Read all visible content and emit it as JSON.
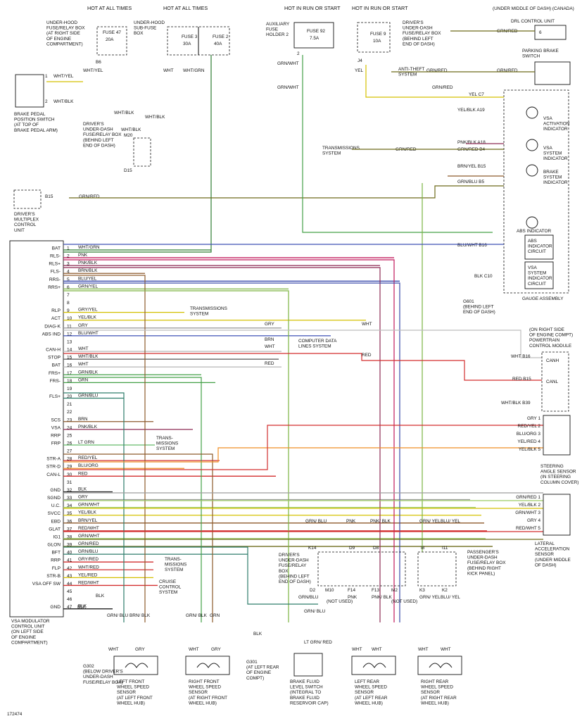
{
  "figure_id": "172474",
  "top_sources": {
    "hot_all_1": "HOT AT ALL TIMES",
    "hot_all_2": "HOT AT ALL TIMES",
    "hot_run_1": "HOT IN RUN OR START",
    "hot_run_2": "HOT IN RUN OR START",
    "ucomp_1": "(UNDER MIDDLE OF DASH) (CANADA)",
    "ucomp_2": "DRL CONTROL UNIT"
  },
  "fuse_boxes": {
    "underhood_relay": [
      "UNDER-HOOD",
      "FUSE/RELAY BOX",
      "(AT RIGHT SIDE",
      "OF ENGINE",
      "COMPARTMENT)"
    ],
    "fuse47": "FUSE 47",
    "fuse47_amp": "20A",
    "b6": "B6",
    "underhood_sub": [
      "UNDER-HOOD",
      "SUB-FUSE",
      "BOX"
    ],
    "fuse3": "FUSE 3",
    "fuse3_amp": "30A",
    "fuse2": "FUSE 2",
    "fuse2_amp": "40A",
    "aux": [
      "AUXILIARY",
      "FUSE",
      "HOLDER 2"
    ],
    "fuse92": "FUSE 92",
    "fuse92_amp": "7.5A",
    "aux_pin": "2",
    "fuse9": "FUSE 9",
    "fuse9_amp": "10A",
    "j4": "J4",
    "drv_underdash": [
      "DRIVER'S",
      "UNDER-DASH",
      "FUSE/RELAY BOX",
      "(BEHIND LEFT",
      "END OF DASH)"
    ],
    "m20": "M20",
    "d15": "D15",
    "drv_underdash2": [
      "DRIVER'S",
      "UNDER-DASH",
      "FUSE/RELAY BOX",
      "(BEHIND LEFT",
      "END OF DASH)"
    ]
  },
  "brake_pedal": {
    "label": [
      "BRAKE PEDAL",
      "POSITION SWITCH",
      "(AT TOP OF",
      "BRAKE PEDAL ARM)"
    ],
    "w1": "WHT/YEL",
    "w2": "WHT/BLK",
    "p1": "1",
    "p2": "2"
  },
  "multiplex": {
    "label": [
      "DRIVER'S",
      "MULTIPLEX",
      "CONTROL",
      "UNIT"
    ],
    "pin": "B15",
    "wire": "GRN/RED"
  },
  "top_wires": {
    "wht_yel": "WHT/YEL",
    "wht": "WHT",
    "wht_grn": "WHT/GRN",
    "grn_wht1": "GRN/WHT",
    "grn_wht2": "GRN/WHT",
    "yel": "YEL",
    "grn_red": "GRN/RED",
    "wht_blk1": "WHT/BLK",
    "wht_blk2": "WHT/BLK",
    "wht_blk3": "WHT/BLK"
  },
  "right_top": {
    "drl_pin": "6",
    "drl_wire": "GRN/RED",
    "parking_brake": [
      "PARKING BRAKE",
      "SWITCH"
    ],
    "pb_wire": "GRN/RED",
    "anti_theft": [
      "ANTI-THEFT",
      "SYSTEM"
    ],
    "at_wire": "GRN/RED",
    "trans_sys": [
      "TRANSMISSIONS",
      "SYSTEM"
    ],
    "trans_wire": "GRN/RED",
    "c7": "YEL   C7",
    "a19": "YEL/BLK  A19",
    "a18": "PNK/BLK  A18",
    "b4": "GRN/RED  B4",
    "b15": "BRN/YEL  B15",
    "b5": "GRN/BLU  B5",
    "b16": "BLU/WHT  B16",
    "c10": "BLK   C10",
    "vsa_act": [
      "VSA",
      "ACTIVATION",
      "INDICATOR"
    ],
    "vsa_sys": [
      "VSA",
      "SYSTEM",
      "INDICATOR"
    ],
    "brake_sys": [
      "BRAKE",
      "SYSTEM",
      "INDICATOR"
    ],
    "abs_ind": "ABS INDICATOR",
    "abs_circ": [
      "ABS",
      "INDICATOR",
      "CIRCUIT"
    ],
    "vsa_circ": [
      "VSA",
      "SYSTEM",
      "INDICATOR",
      "CIRCUIT"
    ],
    "gauge": "GAUGE ASSEMBLY",
    "g601": [
      "G601",
      "(BEHIND LEFT",
      "END OF DASH)"
    ]
  },
  "vsa_pins": [
    {
      "name": "BAT",
      "num": "1",
      "wire": "WHT/GRN"
    },
    {
      "name": "RLS-",
      "num": "2",
      "wire": "PNK"
    },
    {
      "name": "RLS+",
      "num": "3",
      "wire": "PNK/BLK"
    },
    {
      "name": "FLS-",
      "num": "4",
      "wire": "BRN/BLK"
    },
    {
      "name": "RRS-",
      "num": "5",
      "wire": "BLU/YEL"
    },
    {
      "name": "RRS+",
      "num": "6",
      "wire": "GRN/YEL"
    },
    {
      "name": "",
      "num": "7",
      "wire": ""
    },
    {
      "name": "",
      "num": "8",
      "wire": ""
    },
    {
      "name": "RLP",
      "num": "9",
      "wire": "GRY/YEL"
    },
    {
      "name": "ACT",
      "num": "10",
      "wire": "YEL/BLK"
    },
    {
      "name": "DIAG-K",
      "num": "11",
      "wire": "GRY"
    },
    {
      "name": "ABS IND",
      "num": "12",
      "wire": "BLU/WHT"
    },
    {
      "name": "",
      "num": "13",
      "wire": ""
    },
    {
      "name": "CAN-H",
      "num": "14",
      "wire": "WHT"
    },
    {
      "name": "STOP",
      "num": "15",
      "wire": "WHT/BLK"
    },
    {
      "name": "BAT",
      "num": "16",
      "wire": "WHT"
    },
    {
      "name": "FRS+",
      "num": "17",
      "wire": "GRN/BLK"
    },
    {
      "name": "FRS-",
      "num": "18",
      "wire": "GRN"
    },
    {
      "name": "",
      "num": "19",
      "wire": ""
    },
    {
      "name": "FLS+",
      "num": "20",
      "wire": "GRN/BLU"
    },
    {
      "name": "",
      "num": "21",
      "wire": ""
    },
    {
      "name": "",
      "num": "22",
      "wire": ""
    },
    {
      "name": "SCS",
      "num": "23",
      "wire": "BRN"
    },
    {
      "name": "VSA",
      "num": "24",
      "wire": "PNK/BLK"
    },
    {
      "name": "RRP",
      "num": "25",
      "wire": ""
    },
    {
      "name": "FRP",
      "num": "26",
      "wire": "LT GRN"
    },
    {
      "name": "",
      "num": "27",
      "wire": ""
    },
    {
      "name": "STR-A",
      "num": "28",
      "wire": "RED/YEL"
    },
    {
      "name": "STR-D",
      "num": "29",
      "wire": "BLU/ORG"
    },
    {
      "name": "CAN-L",
      "num": "30",
      "wire": "RED"
    },
    {
      "name": "",
      "num": "31",
      "wire": ""
    },
    {
      "name": "GND",
      "num": "32",
      "wire": "BLK"
    },
    {
      "name": "SGND",
      "num": "33",
      "wire": "GRY"
    },
    {
      "name": "U.C.",
      "num": "34",
      "wire": "GRN/WHT"
    },
    {
      "name": "SVCC",
      "num": "35",
      "wire": "YEL/BLK"
    },
    {
      "name": "EBD",
      "num": "36",
      "wire": "BRN/YEL"
    },
    {
      "name": "GLAT",
      "num": "37",
      "wire": "RED/WHT"
    },
    {
      "name": "IG1",
      "num": "38",
      "wire": "GRN/WHT"
    },
    {
      "name": "GLON",
      "num": "39",
      "wire": "GRN/RED"
    },
    {
      "name": "BFT",
      "num": "40",
      "wire": "GRN/BLU"
    },
    {
      "name": "RRP",
      "num": "41",
      "wire": "GRY/RED"
    },
    {
      "name": "FLP",
      "num": "42",
      "wire": "WHT/RED"
    },
    {
      "name": "STR-B",
      "num": "43",
      "wire": "YEL/RED"
    },
    {
      "name": "VSA OFF SW",
      "num": "44",
      "wire": "RED/WHT"
    },
    {
      "name": "",
      "num": "45",
      "wire": ""
    },
    {
      "name": "",
      "num": "46",
      "wire": ""
    },
    {
      "name": "GND",
      "num": "47",
      "wire": "BLK"
    }
  ],
  "vsa_unit": [
    "VSA MODULATOR",
    "CONTROL UNIT",
    "(ON LEFT SIDE",
    "OF ENGINE",
    "COMPARTMENT)"
  ],
  "mid_labels": {
    "trans1": [
      "TRANSMISSIONS",
      "SYSTEM"
    ],
    "trans2": [
      "TRANS-",
      "MISSIONS",
      "SYSTEM"
    ],
    "trans3": [
      "TRANS-",
      "MISSIONS",
      "SYSTEM"
    ],
    "cruise": [
      "CRUISE",
      "CONTROL",
      "SYSTEM"
    ],
    "cds": [
      "COMPUTER DATA",
      "LINES SYSTEM"
    ],
    "gry": "GRY",
    "brn": "BRN",
    "wht": "WHT",
    "red": "RED",
    "wht_r": "WHT",
    "red_r": "RED"
  },
  "pcm": {
    "label": [
      "(ON RIGHT SIDE",
      "OF ENGINE COMPT)",
      "POWERTRAIN",
      "CONTROL MODULE"
    ],
    "b16": "WHT   B16",
    "b15": "RED   B15",
    "b39": "WHT/BLK   B39",
    "canh": "CANH",
    "canl": "CANL"
  },
  "steering": {
    "label": [
      "STEERING",
      "ANGLE SENSOR",
      "(IN STEERING",
      "COLUMN COVER)"
    ],
    "pins": [
      "GRY  1",
      "RED/YEL  2",
      "BLU/ORG  3",
      "YEL/RED  4",
      "YEL/BLK  5"
    ]
  },
  "lateral": {
    "label": [
      "LATERAL",
      "ACCELERATION",
      "SENSOR",
      "(UNDER MIDDLE",
      "OF DASH)"
    ],
    "pins": [
      "GRN/RED  1",
      "YEL/BLK  2",
      "GRN/WHT  3",
      "GRY  4",
      "RED/WHT  5"
    ]
  },
  "underdash_bottom": {
    "drv": [
      "DRIVER'S",
      "UNDER-DASH",
      "FUSE/RELAY",
      "BOX",
      "(BEHIND LEFT",
      "END OF DASH)"
    ],
    "pass": [
      "PASSENGER'S",
      "UNDER-DASH",
      "FUSE/RELAY BOX",
      "(BEHIND RIGHT",
      "KICK PANEL)"
    ],
    "k14": "K14",
    "d9": "D9",
    "d8": "D8",
    "i8": "I8",
    "i11": "I11",
    "d2": "D2",
    "m10": "M10",
    "f14": "F14",
    "f13": "F13",
    "m2": "M2",
    "k3": "K3",
    "k2": "K2",
    "not_used1": "(NOT USED)",
    "not_used2": "(NOT USED)",
    "w_grnblu": "GRN/ BLU",
    "w_pnk": "PNK",
    "w_pnkblk": "PNK/ BLK",
    "w_grnyel": "GRN/ YEL",
    "w_bluyel": "BLU/ YEL",
    "w_grnblu2": "GRN/BLU",
    "w_pnk2": "PNK",
    "w_pnkblk2": "PNK/ BLK",
    "w_grnyel2": "GRN/ YEL",
    "w_bluyel2": "BLU/ YEL"
  },
  "sensors": {
    "lf": [
      "LEFT FRONT",
      "WHEEL SPEED",
      "SENSOR",
      "(AT LEFT FRONT",
      "WHEEL HUB)"
    ],
    "rf": [
      "RIGHT FRONT",
      "WHEEL SPEED",
      "SENSOR",
      "(AT RIGHT FRONT",
      "WHEEL HUB)"
    ],
    "bf": [
      "BRAKE FLUID",
      "LEVEL SWITCH",
      "(INTEGRAL TO",
      "BRAKE FLUID",
      "RESERVOIR CAP)"
    ],
    "lr": [
      "LEFT REAR",
      "WHEEL SPEED",
      "SENSOR",
      "(AT LEFT REAR",
      "WHEEL HUB)"
    ],
    "rr": [
      "RIGHT REAR",
      "WHEEL SPEED",
      "SENSOR",
      "(AT RIGHT REAR",
      "WHEEL HUB)"
    ],
    "lf_w": [
      "GRN/ BLU",
      "BRN/ BLK",
      "WHT",
      "GRY"
    ],
    "rf_w": [
      "GRN/ BLK",
      "GRN",
      "WHT",
      "GRY"
    ],
    "lr_w": [
      "WHT",
      "WHT"
    ],
    "rr_w": [
      "WHT",
      "WHT"
    ],
    "bf_w": [
      "BLK",
      "LT GRN/ RED",
      "GRN/ BLU"
    ],
    "g301": [
      "G301",
      "(AT LEFT REAR",
      "OF ENGINE",
      "COMPT)"
    ],
    "g302": [
      "G302",
      "(BELOW DRIVER'S",
      "UNDER-DASH",
      "FUSE/RELAY BOX)"
    ],
    "blk1": "BLK",
    "blk2": "BLK"
  },
  "colors": {
    "wht_grn": "#2e7d32",
    "pnk": "#c2185b",
    "pnk_blk": "#8e2b54",
    "brn": "#8d5a2b",
    "blu_yel": "#3949ab",
    "grn_yel": "#7cb342",
    "gry": "#9e9e9e",
    "yel": "#d4c000",
    "grn_red": "#6d6b1a",
    "red": "#d32f2f",
    "grn": "#43a047",
    "blu": "#3f51b5",
    "ltgrn": "#66bb6a",
    "blu_org": "#ef8f26",
    "grn_wht": "#9ccc65"
  }
}
